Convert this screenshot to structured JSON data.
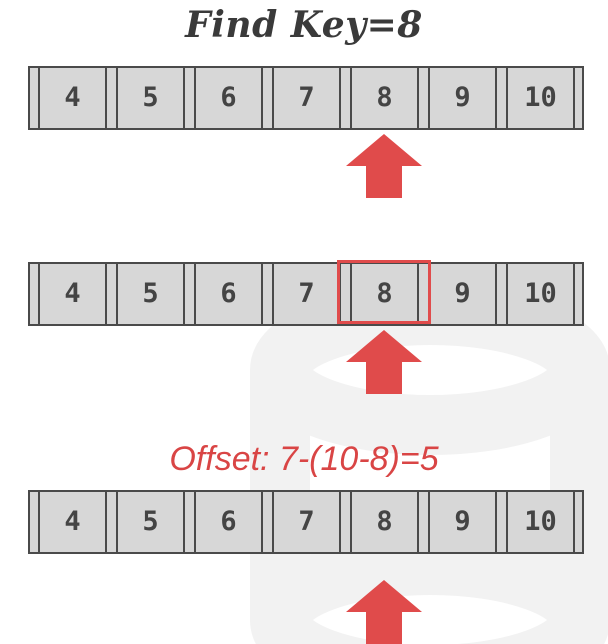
{
  "title": "Find Key=8",
  "offset_label": "Offset: 7-(10-8)=5",
  "rows": [
    {
      "cells": [
        "4",
        "5",
        "6",
        "7",
        "8",
        "9",
        "10"
      ],
      "highlight_index": null,
      "arrow_index": 4
    },
    {
      "cells": [
        "4",
        "5",
        "6",
        "7",
        "8",
        "9",
        "10"
      ],
      "highlight_index": 4,
      "arrow_index": 4
    },
    {
      "cells": [
        "4",
        "5",
        "6",
        "7",
        "8",
        "9",
        "10"
      ],
      "highlight_index": null,
      "arrow_index": 4
    }
  ],
  "colors": {
    "accent": "#e04b4b",
    "cell_fill": "#d7d7d7",
    "border": "#4a4a4a"
  }
}
